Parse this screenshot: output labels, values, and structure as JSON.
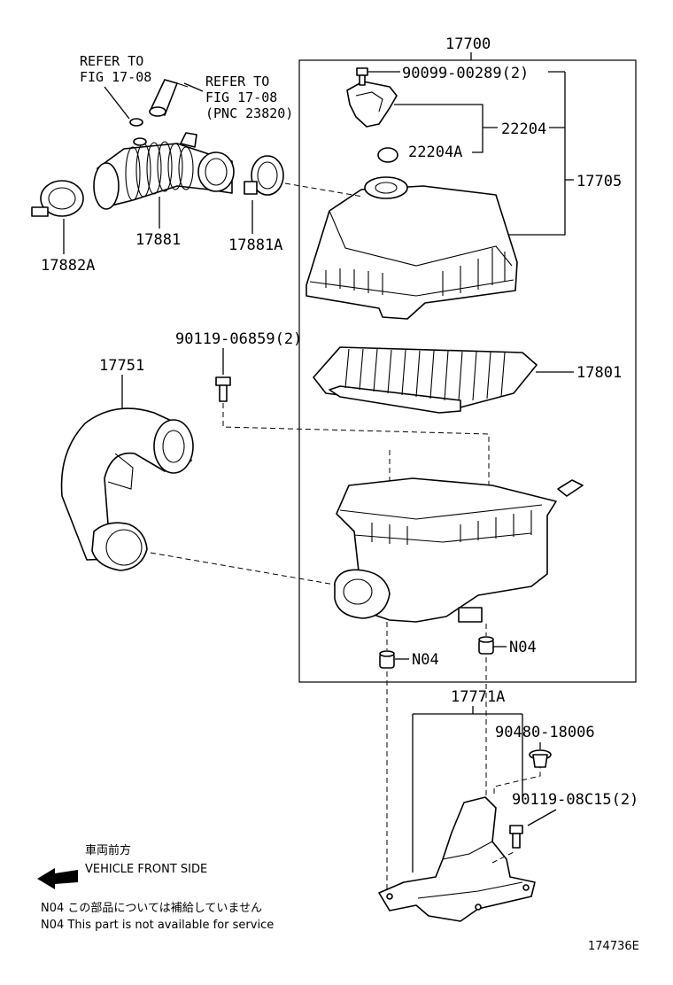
{
  "labels": {
    "assy": "17700",
    "bolt_90099": "90099-00289(2)",
    "sensor_22204": "22204",
    "ring_22204a": "22204A",
    "cap_17705": "17705",
    "element_17801": "17801",
    "bolt_90119_a": "90119-06859(2)",
    "duct_17751": "17751",
    "hose_17881": "17881",
    "clamp_17881a": "17881A",
    "clamp_17882a": "17882A",
    "refer_left_1": "REFER TO",
    "refer_left_2": "FIG 17-08",
    "refer_right_1": "REFER TO",
    "refer_right_2": "FIG 17-08",
    "refer_right_3": "(PNC 23820)",
    "n04_left": "N04",
    "n04_right": "N04",
    "bracket_17771a": "17771A",
    "clip_90480": "90480-18006",
    "bolt_90119_b": "90119-08C15(2)",
    "front_jp": "車両前方",
    "front_en": "VEHICLE FRONT SIDE",
    "note_jp": "N04  この部品については補給していません",
    "note_en": "N04  This part is not available for service",
    "figure_id": "174736E"
  }
}
